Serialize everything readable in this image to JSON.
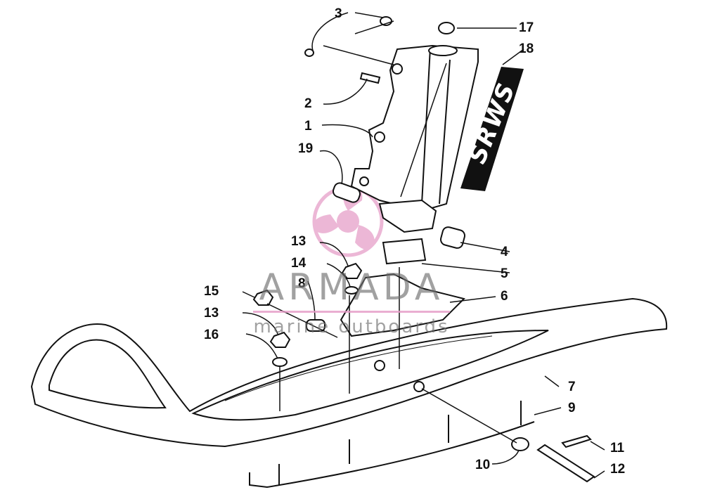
{
  "callouts": [
    {
      "id": "3a",
      "text": "3"
    },
    {
      "id": "17",
      "text": "17"
    },
    {
      "id": "18",
      "text": "18"
    },
    {
      "id": "2",
      "text": "2"
    },
    {
      "id": "1",
      "text": "1"
    },
    {
      "id": "19",
      "text": "19"
    },
    {
      "id": "4",
      "text": "4"
    },
    {
      "id": "13a",
      "text": "13"
    },
    {
      "id": "5",
      "text": "5"
    },
    {
      "id": "14",
      "text": "14"
    },
    {
      "id": "8",
      "text": "8"
    },
    {
      "id": "6",
      "text": "6"
    },
    {
      "id": "15",
      "text": "15"
    },
    {
      "id": "13b",
      "text": "13"
    },
    {
      "id": "16",
      "text": "16"
    },
    {
      "id": "7",
      "text": "7"
    },
    {
      "id": "9",
      "text": "9"
    },
    {
      "id": "11",
      "text": "11"
    },
    {
      "id": "10",
      "text": "10"
    },
    {
      "id": "12",
      "text": "12"
    }
  ],
  "watermark": {
    "title": "ARMADA",
    "subtitle": "marine outboards",
    "logo_color": "#e59ac6"
  },
  "decal": {
    "text": "SRWS"
  },
  "colors": {
    "line": "#111111",
    "watermark_pink": "#e59ac6",
    "decal_fill": "#111111"
  }
}
